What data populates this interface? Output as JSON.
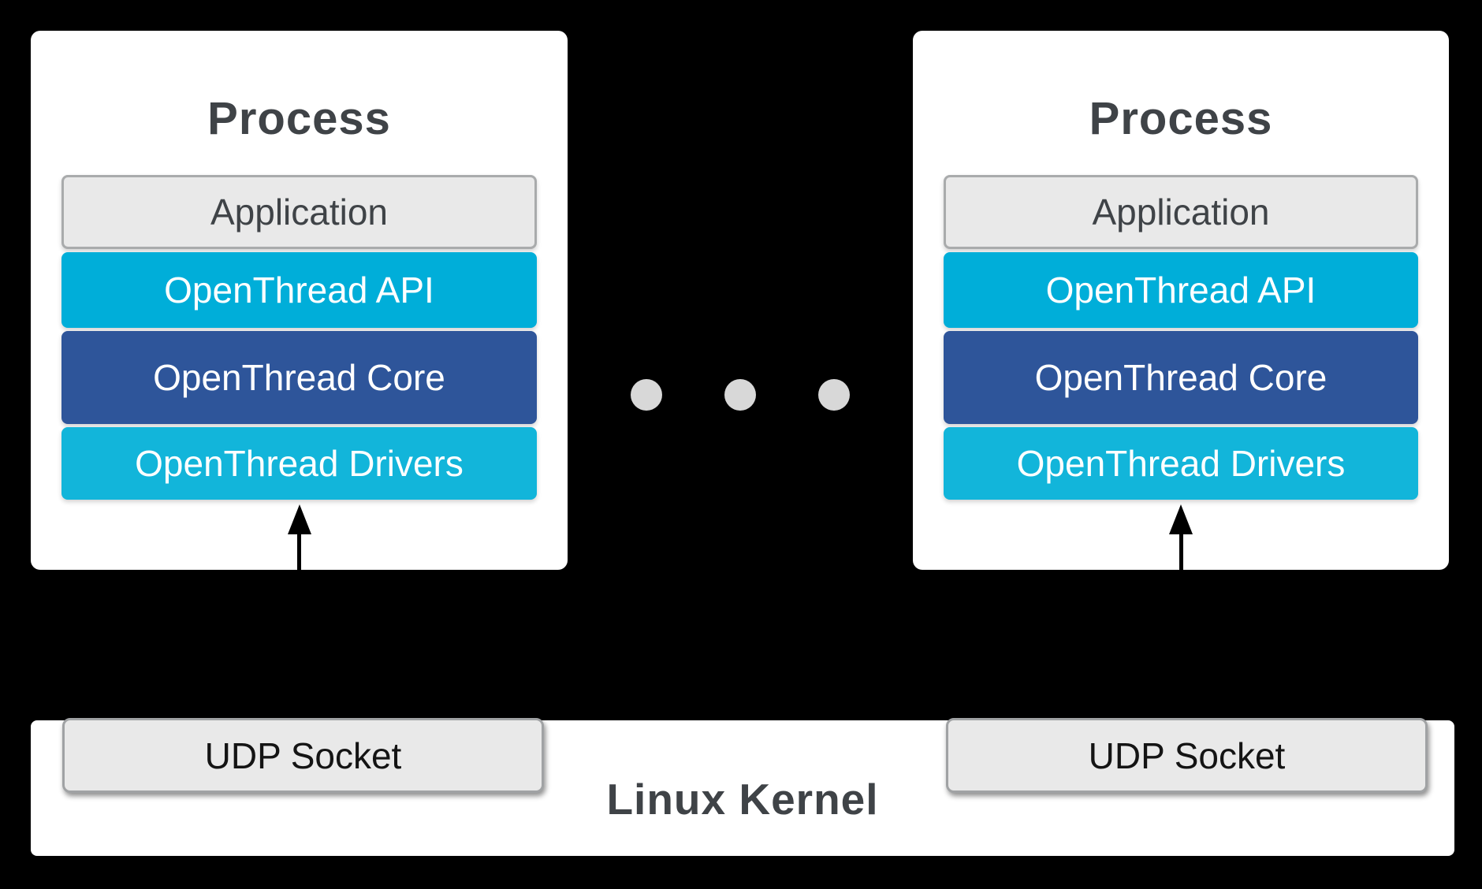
{
  "processes": [
    {
      "title": "Process",
      "layers": [
        {
          "label": "Application"
        },
        {
          "label": "OpenThread API"
        },
        {
          "label": "OpenThread Core"
        },
        {
          "label": "OpenThread Drivers"
        }
      ]
    },
    {
      "title": "Process",
      "layers": [
        {
          "label": "Application"
        },
        {
          "label": "OpenThread API"
        },
        {
          "label": "OpenThread Core"
        },
        {
          "label": "OpenThread Drivers"
        }
      ]
    }
  ],
  "ellipsis": {
    "dot_count": 3
  },
  "kernel": {
    "label": "Linux Kernel",
    "sockets": [
      {
        "label": "UDP Socket"
      },
      {
        "label": "UDP Socket"
      }
    ]
  },
  "colors": {
    "background": "#000000",
    "process_card": "#ffffff",
    "application_fill": "#e9e9e9",
    "application_border": "#a9abac",
    "openthread_api": "#00aed9",
    "openthread_core": "#2e559a",
    "openthread_drivers": "#12b5da",
    "text_dark": "#3f4347",
    "text_light": "#ffffff",
    "dots": "#d8d8d8",
    "arrow": "#000000"
  }
}
